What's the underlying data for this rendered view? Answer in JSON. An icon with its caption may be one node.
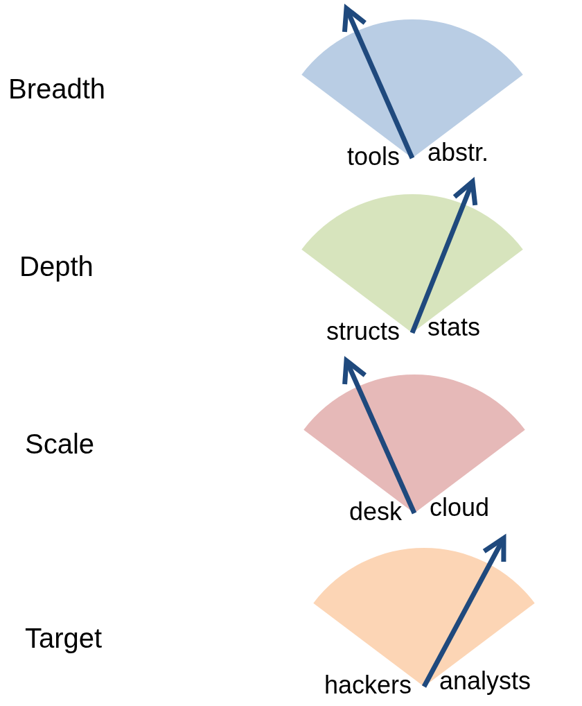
{
  "diagram": {
    "nodes": [
      {
        "text": [
          "tools",
          "abstr."
        ]
      },
      {
        "text": [
          "structs",
          "stats"
        ]
      },
      {
        "text": [
          "desk",
          "cloud"
        ]
      },
      {
        "text": [
          "hackers",
          "analysts"
        ]
      }
    ],
    "labels": [
      "Breadth",
      "Depth",
      "Scale",
      "Target"
    ]
  }
}
